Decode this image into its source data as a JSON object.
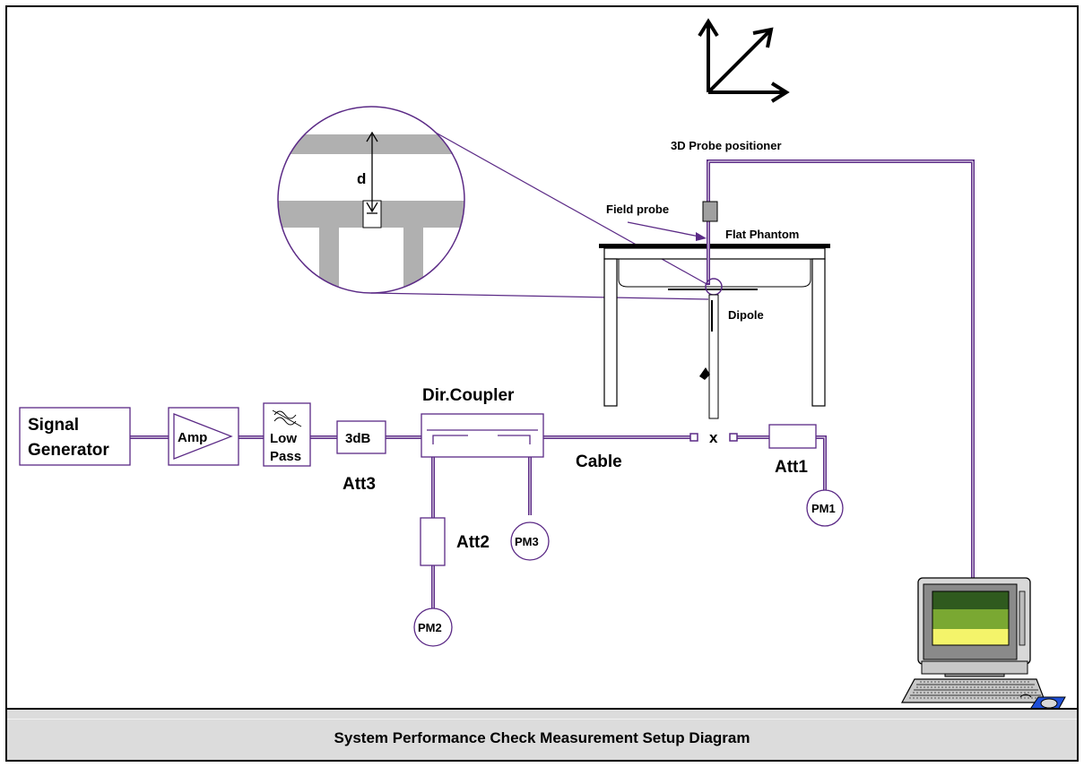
{
  "caption": "System Performance Check Measurement Setup Diagram",
  "labels": {
    "probe_positioner": "3D Probe positioner",
    "field_probe": "Field probe",
    "flat_phantom": "Flat Phantom",
    "dipole": "Dipole",
    "distance": "d",
    "signal_generator_line1": "Signal",
    "signal_generator_line2": "Generator",
    "amp": "Amp",
    "low_pass_line1": "Low",
    "low_pass_line2": "Pass",
    "att_3db": "3dB",
    "att3": "Att3",
    "dir_coupler": "Dir.Coupler",
    "cable": "Cable",
    "connector_x": "x",
    "att1": "Att1",
    "att2": "Att2",
    "pm1": "PM1",
    "pm2": "PM2",
    "pm3": "PM3"
  },
  "colors": {
    "cable": "#5b2a86",
    "outline": "#000000",
    "screen_top": "#2f5a1e",
    "screen_mid": "#7aa832",
    "screen_bottom": "#f4f46a",
    "mouse_pad": "#1f4fd8",
    "zoom_gray": "#b0b0b0"
  }
}
